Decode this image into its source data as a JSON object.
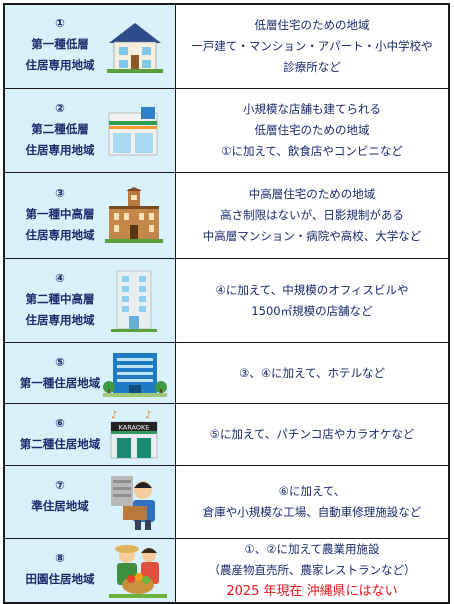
{
  "zones": [
    {
      "num": "①",
      "name1": "第一種低層",
      "name2": "住居専用地域",
      "icon": "house-icon",
      "desc": [
        "低層住宅のための地域",
        "一戸建て・マンション・アパート・小中学校や",
        "診療所など"
      ]
    },
    {
      "num": "②",
      "name1": "第二種低層",
      "name2": "住居専用地域",
      "icon": "convenience-store-icon",
      "desc": [
        "小規模な店舗も建てられる",
        "低層住宅のための地域",
        "①に加えて、飲食店やコンビニなど"
      ]
    },
    {
      "num": "③",
      "name1": "第一種中高層",
      "name2": "住居専用地域",
      "icon": "university-building-icon",
      "desc": [
        "中高層住宅のための地域",
        "高さ制限はないが、日影規制がある",
        "中高層マンション・病院や高校、大学など"
      ]
    },
    {
      "num": "④",
      "name1": "第二種中高層",
      "name2": "住居専用地域",
      "icon": "office-building-icon",
      "desc": [
        "④に加えて、中規模のオフィスビルや",
        "1500㎡規模の店舗など"
      ]
    },
    {
      "num": "⑤",
      "name1": "第一種住居地域",
      "name2": "",
      "icon": "hotel-building-icon",
      "desc": [
        "③、④に加えて、ホテルなど"
      ]
    },
    {
      "num": "⑥",
      "name1": "第二種住居地域",
      "name2": "",
      "icon": "karaoke-shop-icon",
      "sign": "KARAOKE",
      "desc": [
        "⑤に加えて、パチンコ店やカラオケなど"
      ]
    },
    {
      "num": "⑦",
      "name1": "準住居地域",
      "name2": "",
      "icon": "worker-carrying-box-icon",
      "desc": [
        "⑥に加えて、",
        "倉庫や小規模な工場、自動車修理施設など"
      ]
    },
    {
      "num": "⑧",
      "name1": "田園住居地域",
      "name2": "",
      "icon": "farmers-with-vegetables-icon",
      "desc": [
        "①、②に加えて農業用施設",
        "（農産物直売所、農家レストランなど）"
      ],
      "note": "2025 年現在 沖縄県にはない"
    }
  ],
  "colors": {
    "text": "#1a2a6b",
    "left_bg": "#d9f1fb",
    "note": "#e8141c"
  }
}
